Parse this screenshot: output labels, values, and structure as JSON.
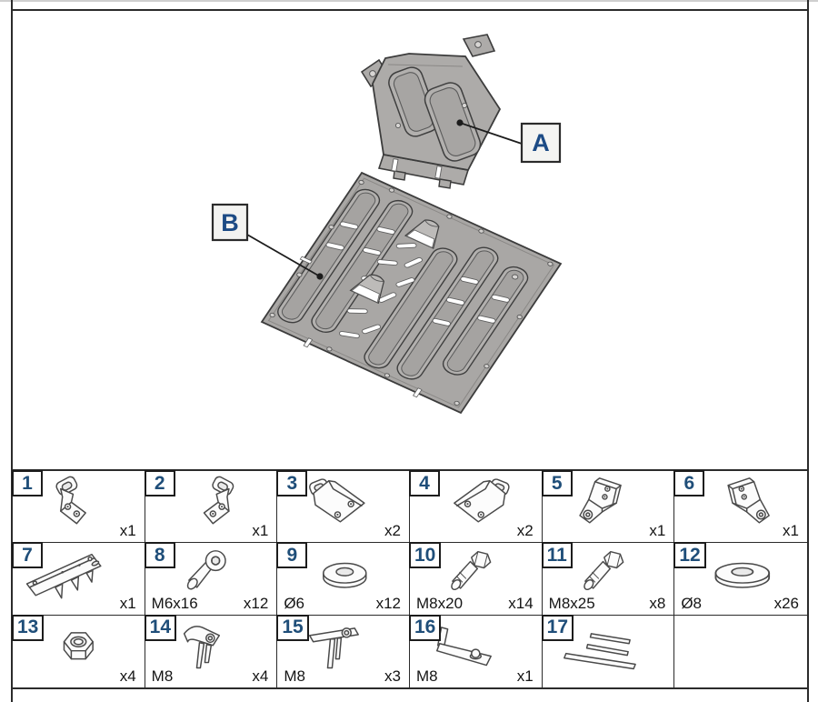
{
  "diagram": {
    "plate_a_label": "A",
    "plate_b_label": "B",
    "label_color": "#1d4b85",
    "plate_fill": "#a9a7a5",
    "outline_color": "#3c3c3c"
  },
  "table": {
    "badge_color": "#1f4e79",
    "border_color": "#2b2b2b"
  },
  "parts": [
    {
      "num": "1",
      "label": "",
      "qty": "x1",
      "icon": "z-bracket-left-icon"
    },
    {
      "num": "2",
      "label": "",
      "qty": "x1",
      "icon": "z-bracket-right-icon"
    },
    {
      "num": "3",
      "label": "",
      "qty": "x2",
      "icon": "gusset-plate-left-icon"
    },
    {
      "num": "4",
      "label": "",
      "qty": "x2",
      "icon": "gusset-plate-right-icon"
    },
    {
      "num": "5",
      "label": "",
      "qty": "x1",
      "icon": "angle-bracket-left-icon"
    },
    {
      "num": "6",
      "label": "",
      "qty": "x1",
      "icon": "angle-bracket-right-icon"
    },
    {
      "num": "7",
      "label": "",
      "qty": "x1",
      "icon": "long-rail-bracket-icon"
    },
    {
      "num": "8",
      "label": "M6x16",
      "qty": "x12",
      "icon": "button-head-screw-icon"
    },
    {
      "num": "9",
      "label": "Ø6",
      "qty": "x12",
      "icon": "washer-icon"
    },
    {
      "num": "10",
      "label": "M8x20",
      "qty": "x14",
      "icon": "hex-bolt-icon"
    },
    {
      "num": "11",
      "label": "M8x25",
      "qty": "x8",
      "icon": "hex-bolt-icon"
    },
    {
      "num": "12",
      "label": "Ø8",
      "qty": "x26",
      "icon": "washer-large-icon"
    },
    {
      "num": "13",
      "label": "",
      "qty": "x4",
      "icon": "hex-nut-icon"
    },
    {
      "num": "14",
      "label": "M8",
      "qty": "x4",
      "icon": "weld-clip-curved-icon"
    },
    {
      "num": "15",
      "label": "M8",
      "qty": "x3",
      "icon": "weld-clip-straight-icon"
    },
    {
      "num": "16",
      "label": "M8",
      "qty": "x1",
      "icon": "stud-strap-bracket-icon"
    },
    {
      "num": "17",
      "label": "",
      "qty": "",
      "icon": "flat-strips-icon"
    }
  ]
}
